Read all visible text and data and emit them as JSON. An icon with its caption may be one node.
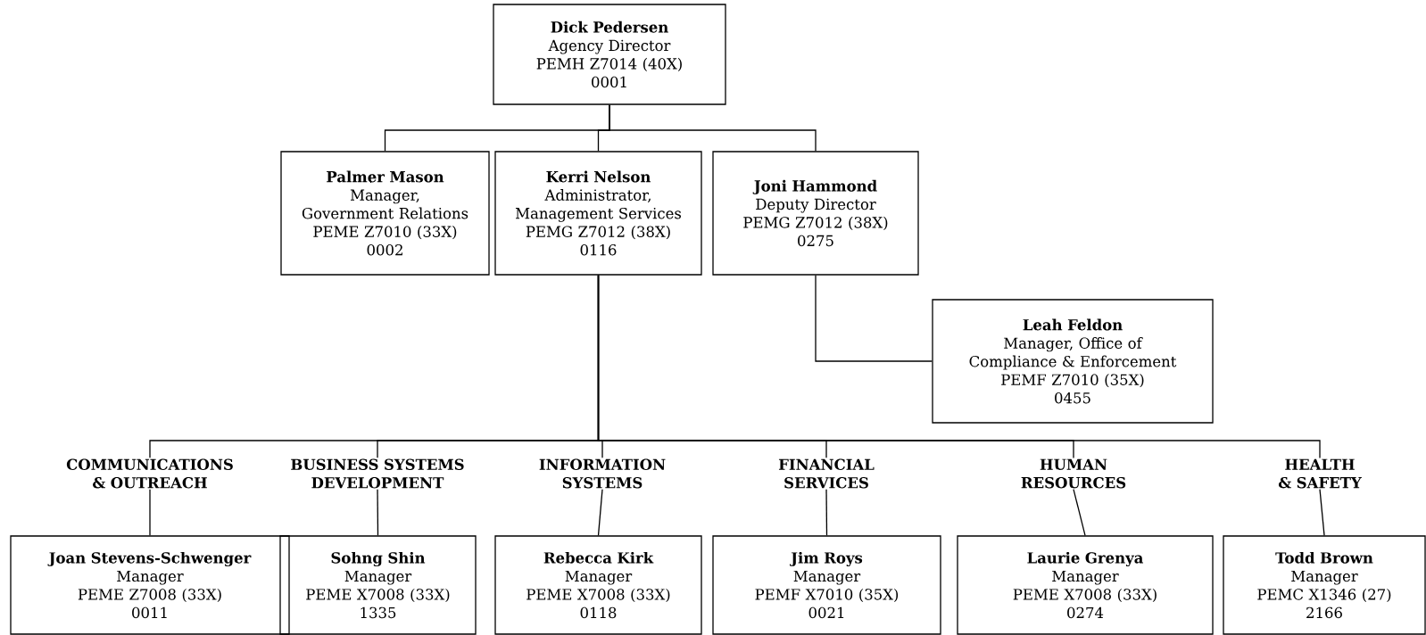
{
  "diagram": {
    "nodes": [
      {
        "text": [
          "Dick Pedersen",
          "Agency Director",
          "PEMH Z7014 (40X)",
          "0001"
        ]
      },
      {
        "text": [
          "Palmer Mason",
          "Manager, Government Relations",
          "PEME Z7010 (33X)",
          "0002"
        ]
      },
      {
        "text": [
          "Kerri Nelson",
          "Administrator, Management Services",
          "PEMG Z7012 (38X)",
          "0116"
        ]
      },
      {
        "text": [
          "Joni Hammond",
          "Deputy Director",
          "PEMG Z7012 (38X)",
          "0275"
        ]
      },
      {
        "text": [
          "Leah Feldon",
          "Manager, Office of Compliance & Enforcement",
          "PEMF Z7010 (35X)",
          "0455"
        ]
      },
      {
        "text": [
          "COMMUNICATIONS & OUTREACH"
        ]
      },
      {
        "text": [
          "BUSINESS SYSTEMS DEVELOPMENT"
        ]
      },
      {
        "text": [
          "INFORMATION SYSTEMS"
        ]
      },
      {
        "text": [
          "FINANCIAL SERVICES"
        ]
      },
      {
        "text": [
          "HUMAN RESOURCES"
        ]
      },
      {
        "text": [
          "HEALTH & SAFETY"
        ]
      },
      {
        "text": [
          "Joan Stevens-Schwenger",
          "Manager",
          "PEME Z7008 (33X)",
          "0011"
        ]
      },
      {
        "text": [
          "Sohng Shin",
          "Manager",
          "PEME X7008 (33X)",
          "1335"
        ]
      },
      {
        "text": [
          "Rebecca Kirk",
          "Manager",
          "PEME X7008 (33X)",
          "0118"
        ]
      },
      {
        "text": [
          "Jim Roys",
          "Manager",
          "PEMF X7010 (35X)",
          "0021"
        ]
      },
      {
        "text": [
          "Laurie Grenya",
          "Manager",
          "PEME X7008 (33X)",
          "0274"
        ]
      },
      {
        "text": [
          "Todd Brown",
          "Manager",
          "PEMC X1346 (27)",
          "2166"
        ]
      }
    ],
    "edges": [
      {
        "from": 0,
        "to": 1,
        "arrow": "none"
      },
      {
        "from": 0,
        "to": 2,
        "arrow": "none"
      },
      {
        "from": 0,
        "to": 3,
        "arrow": "none"
      },
      {
        "from": 3,
        "to": 4,
        "arrow": "none"
      },
      {
        "from": 2,
        "to": 5,
        "arrow": "none"
      },
      {
        "from": 2,
        "to": 6,
        "arrow": "none"
      },
      {
        "from": 2,
        "to": 7,
        "arrow": "none"
      },
      {
        "from": 2,
        "to": 8,
        "arrow": "none"
      },
      {
        "from": 2,
        "to": 9,
        "arrow": "none"
      },
      {
        "from": 2,
        "to": 10,
        "arrow": "none"
      },
      {
        "from": 5,
        "to": 11,
        "arrow": "none"
      },
      {
        "from": 6,
        "to": 12,
        "arrow": "none"
      },
      {
        "from": 7,
        "to": 13,
        "arrow": "none"
      },
      {
        "from": 8,
        "to": 14,
        "arrow": "none"
      },
      {
        "from": 9,
        "to": 15,
        "arrow": "none"
      },
      {
        "from": 10,
        "to": 16,
        "arrow": "none"
      }
    ]
  }
}
